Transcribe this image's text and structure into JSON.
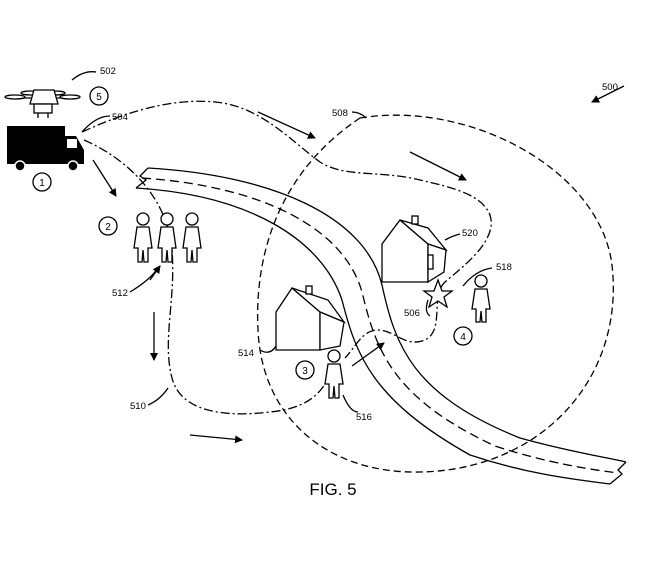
{
  "caption": "FIG. 5",
  "labels": {
    "ref_500": "500",
    "ref_502": "502",
    "ref_504": "504",
    "ref_506": "506",
    "ref_508": "508",
    "ref_510": "510",
    "ref_512": "512",
    "ref_514": "514",
    "ref_516": "516",
    "ref_518": "518",
    "ref_520": "520"
  },
  "steps": [
    "1",
    "2",
    "3",
    "4",
    "5"
  ]
}
